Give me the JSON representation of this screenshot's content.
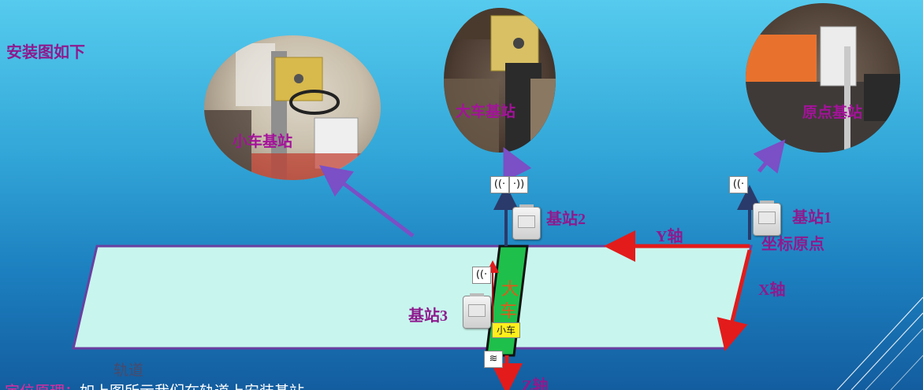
{
  "title": "安装图如下",
  "photos": {
    "trolley": {
      "caption": "小车基站"
    },
    "bridge": {
      "caption": "大车基站"
    },
    "origin": {
      "caption": "原点基站"
    }
  },
  "stations": {
    "s1": "基站1",
    "s2": "基站2",
    "s3": "基站3"
  },
  "axes": {
    "origin": "坐标原点",
    "x": "X轴",
    "y": "Y轴",
    "z": "Z轴"
  },
  "crane": {
    "bridge_chars": [
      "大",
      "车"
    ],
    "trolley": "小车"
  },
  "track_label": "轨道",
  "bottom_text": {
    "prefix": "定位原理：",
    "body": "如上图所示我们在轨道上安装基站"
  },
  "colors": {
    "background_top": "#56cbee",
    "background_bottom": "#135d9f",
    "track_fill": "#c8f6ee",
    "track_border": "#6b3fa0",
    "bridge_fill": "#1fbf4b",
    "label_purple": "#8e1a8e",
    "axis_red": "#e31b1b",
    "callout_arrow": "#7b4fc6",
    "trolley_yellow": "#ffef1a"
  },
  "icons": [
    "wifi-signal-icon",
    "arrow-icon",
    "base-station-device-icon"
  ]
}
